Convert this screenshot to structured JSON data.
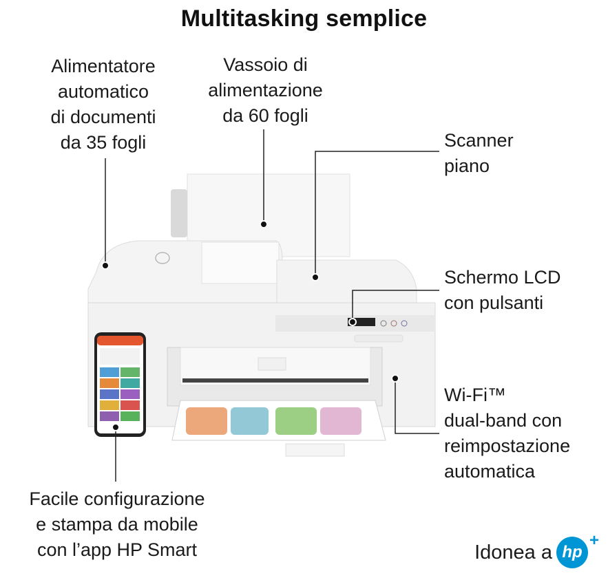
{
  "title": "Multitasking semplice",
  "callouts": {
    "adf": [
      "Alimentatore",
      "automatico",
      "di documenti",
      "da 35 fogli"
    ],
    "tray": [
      "Vassoio di",
      "alimentazione",
      "da 60 fogli"
    ],
    "scanner": [
      "Scanner",
      "piano"
    ],
    "lcd": [
      "Schermo LCD",
      "con pulsanti"
    ],
    "wifi": [
      "Wi-Fi™",
      "dual-band con",
      "reimpostazione",
      "automatica"
    ],
    "app": [
      "Facile configurazione",
      "e stampa da mobile",
      "con l’app HP Smart"
    ]
  },
  "footer": {
    "text": "Idonea a",
    "logo": "hp",
    "logo_suffix": "+"
  },
  "colors": {
    "text": "#111111",
    "hp_blue": "#0096d6",
    "printer_body": "#f2f2f2",
    "printer_shadow": "#cfcfcf"
  },
  "icons": {
    "printer": "printer-illustration",
    "phone": "smartphone-illustration",
    "logo": "hp-plus-logo"
  }
}
